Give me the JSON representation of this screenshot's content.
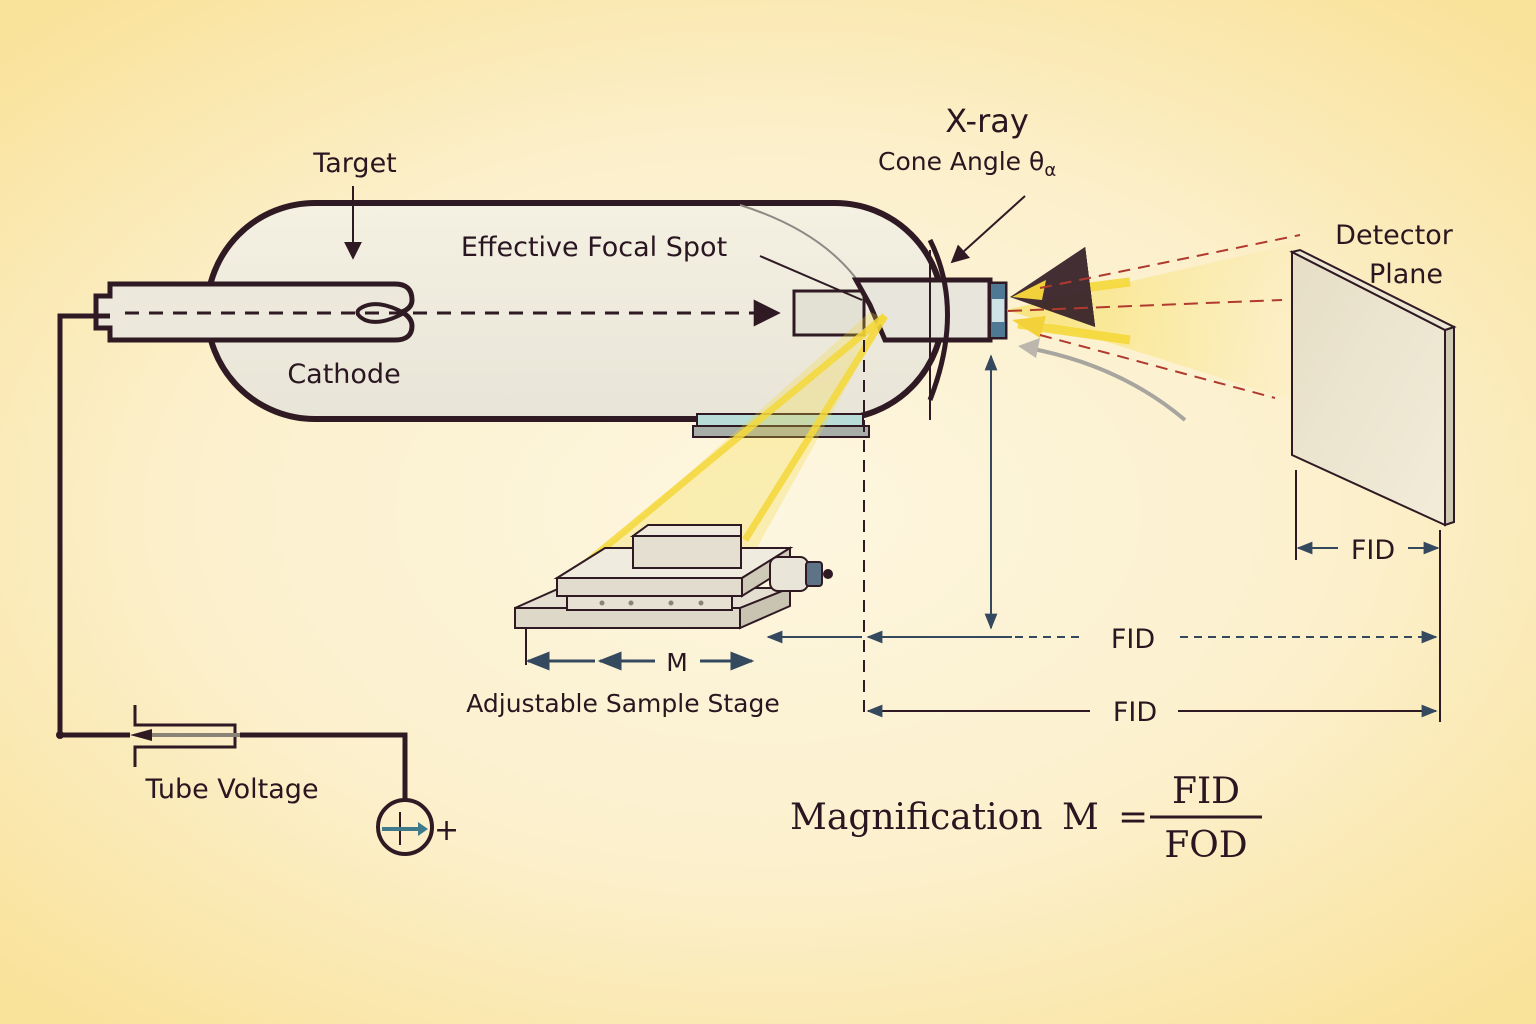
{
  "diagram": {
    "title": "X-ray tube magnification geometry",
    "labels": {
      "target": "Target",
      "effective_focal_spot": "Effective Focal Spot",
      "cathode": "Cathode",
      "xray": "X-ray",
      "cone_angle": "Cone Angle θ",
      "cone_angle_sub": "α",
      "detector_line1": "Detector",
      "detector_line2": "Plane",
      "tube_voltage": "Tube Voltage",
      "sample_stage": "Adjustable Sample Stage",
      "stage_dim": "M",
      "dim_fid_top": "FID",
      "dim_fid_mid": "FID",
      "dim_fid_bottom": "FID",
      "power_plus": "+"
    },
    "equation": {
      "prefix": "Magnification",
      "variable": "M",
      "equals": "=",
      "numerator": "FID",
      "denominator": "FOD"
    },
    "colors": {
      "ink": "#2f1a24",
      "beam": "#f5d93a",
      "dim_arrow": "#34485e",
      "ray_dashed": "#b03a2e",
      "window_blue": "#4f7894",
      "glass": "#e9e6d8"
    }
  }
}
